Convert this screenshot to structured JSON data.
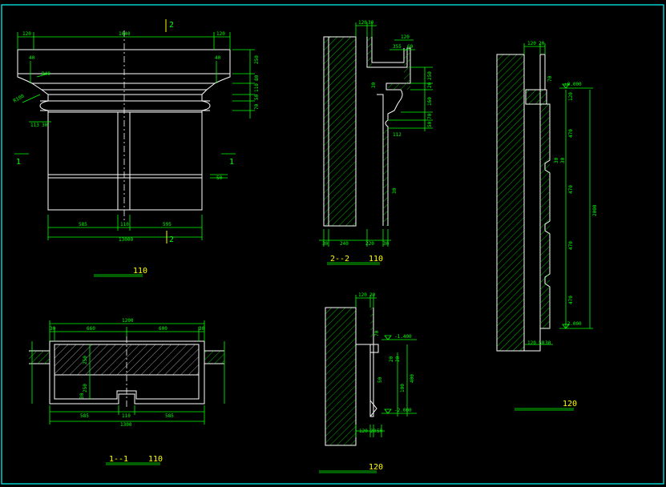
{
  "elevation": {
    "section_mark_top": "2",
    "section_mark_bottom": "2",
    "section_mark_left": "1",
    "section_mark_right": "1",
    "dims_top": [
      "120",
      "1640",
      "120"
    ],
    "dims_bottom_row": [
      "585",
      "110",
      "595"
    ],
    "dim_total": "13000",
    "dims_right": [
      "250",
      "80",
      "110",
      "50",
      "70"
    ],
    "dims_left": [
      "40",
      "40",
      "113",
      "30"
    ],
    "radius_1": "R40",
    "radius_2": "R100",
    "dim_mid_right": "50",
    "scale": "110"
  },
  "plan": {
    "dims_top": [
      "30",
      "1200",
      "660",
      "600",
      "30"
    ],
    "dims_bottom": [
      "585",
      "110",
      "585"
    ],
    "dim_total": "1300",
    "dim_inner_1": "250",
    "dim_inner_2": "250",
    "dim_inner_3": "30",
    "title": "1--1",
    "scale": "110"
  },
  "section22": {
    "dims_top": [
      "120",
      "30"
    ],
    "dims_top2": [
      "120"
    ],
    "dims_shelf": [
      "355",
      "60"
    ],
    "dims_right": [
      "250",
      "20",
      "160",
      "70",
      "50"
    ],
    "dim_mid": "30",
    "dim_mid2": "112",
    "dim_side": "30",
    "dims_bottom": [
      "30",
      "240",
      "220",
      "30"
    ],
    "title": "2--2",
    "scale": "110"
  },
  "detail_small": {
    "dims_top": [
      "120",
      "20"
    ],
    "dim_side1": "70",
    "dim_side2": "50",
    "elev_top": "-1.400",
    "elev_bottom": "-2.000",
    "dims_right": [
      "100",
      "400"
    ],
    "dims_small": [
      "20",
      "20"
    ],
    "dims_bottom": [
      "120",
      "20",
      "50"
    ],
    "scale": "120"
  },
  "detail_tall": {
    "dims_top": [
      "120",
      "20"
    ],
    "dim_top_side": "70",
    "elev_top": "±0.000",
    "elev_bottom": "-2.000",
    "dims_steps": [
      "120",
      "470",
      "470",
      "470",
      "470"
    ],
    "dims_small": [
      "30",
      "30"
    ],
    "dim_total": "2000",
    "dims_bottom": [
      "120",
      "50",
      "30"
    ],
    "scale": "120"
  }
}
